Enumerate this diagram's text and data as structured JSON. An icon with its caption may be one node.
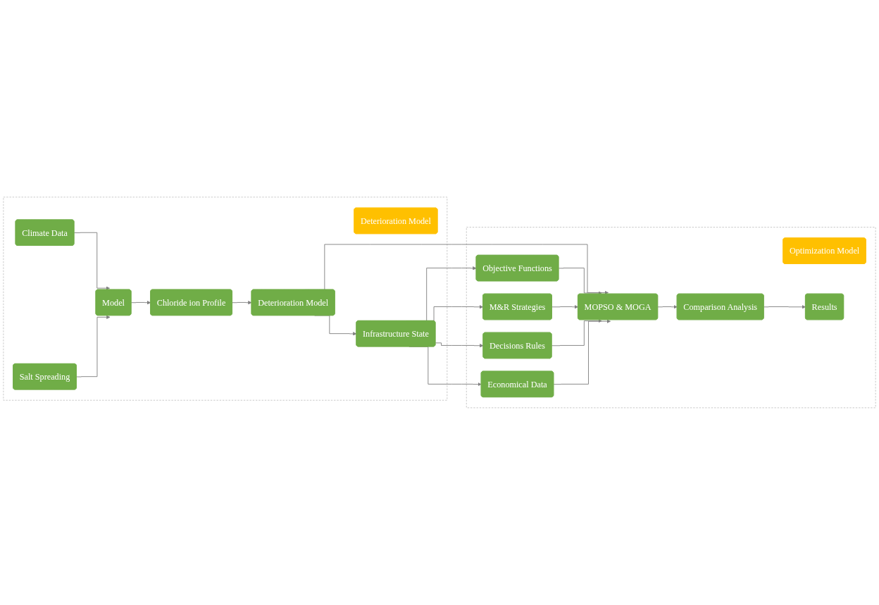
{
  "diagram": {
    "nodes": [
      {
        "text": [],
        "shape": "box"
      },
      {
        "text": [
          "Deterioration Model"
        ],
        "in": 0
      },
      {
        "text": [
          "Climate Data"
        ],
        "in": 0
      },
      {
        "text": [
          "Salt Spreading"
        ],
        "in": 0
      },
      {
        "text": [
          "Model"
        ],
        "in": 0
      },
      {
        "text": [
          "Chloride ion Profile"
        ],
        "in": 0
      },
      {
        "text": [
          "Infrastructure State"
        ],
        "in": 0
      },
      {
        "text": [
          "Deterioration Model"
        ],
        "in": 0
      },
      {
        "text": [],
        "shape": "box"
      },
      {
        "text": [
          "Optimization Model"
        ],
        "in": 8
      },
      {
        "text": [
          "Objective Functions"
        ],
        "in": 8
      },
      {
        "text": [
          "M&R Strategies"
        ],
        "in": 8
      },
      {
        "text": [
          "Decisions Rules"
        ],
        "in": 8
      },
      {
        "text": [
          "Economical Data"
        ],
        "in": 8
      },
      {
        "text": [
          "MOPSO & MOGA"
        ],
        "in": 8
      },
      {
        "text": [
          "Comparison Analysis"
        ],
        "in": 8
      },
      {
        "text": [
          "Results"
        ],
        "in": 8
      }
    ],
    "edges": [
      {
        "from": 2,
        "to": 4,
        "arrow": "to"
      },
      {
        "from": 3,
        "to": 4,
        "arrow": "to"
      },
      {
        "from": 4,
        "to": 5,
        "arrow": "to"
      },
      {
        "from": 5,
        "to": 7,
        "arrow": "to"
      },
      {
        "from": 7,
        "to": 6,
        "arrow": "to"
      },
      {
        "from": 6,
        "to": 10,
        "arrow": "to"
      },
      {
        "from": 6,
        "to": 11,
        "arrow": "to"
      },
      {
        "from": 6,
        "to": 12,
        "arrow": "to"
      },
      {
        "from": 6,
        "to": 13,
        "arrow": "to"
      },
      {
        "from": 7,
        "to": 14,
        "arrow": "to"
      },
      {
        "from": 10,
        "to": 14,
        "arrow": "to"
      },
      {
        "from": 11,
        "to": 14,
        "arrow": "to"
      },
      {
        "from": 12,
        "to": 14,
        "arrow": "to"
      },
      {
        "from": 13,
        "to": 14,
        "arrow": "to"
      },
      {
        "from": 14,
        "to": 15,
        "arrow": "to"
      },
      {
        "from": 15,
        "to": 16,
        "arrow": "to"
      }
    ]
  }
}
